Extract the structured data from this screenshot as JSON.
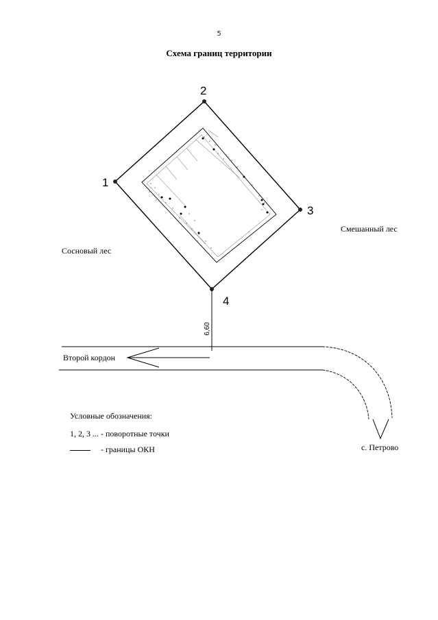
{
  "page": {
    "number": "5",
    "title": "Схема границ территории"
  },
  "map": {
    "points": [
      "1",
      "2",
      "3",
      "4"
    ],
    "distance_label": "6,60",
    "areas": {
      "left": "Сосновый лес",
      "right": "Смешанный лес"
    },
    "road": {
      "label": "Второй кордон",
      "destination": "с. Петрово"
    }
  },
  "legend": {
    "title": "Условные обозначения:",
    "items": [
      {
        "symbol": "1, 2, 3 ...",
        "text": "- поворотные точки"
      },
      {
        "symbol": "line",
        "text": "- границы ОКН"
      }
    ]
  }
}
